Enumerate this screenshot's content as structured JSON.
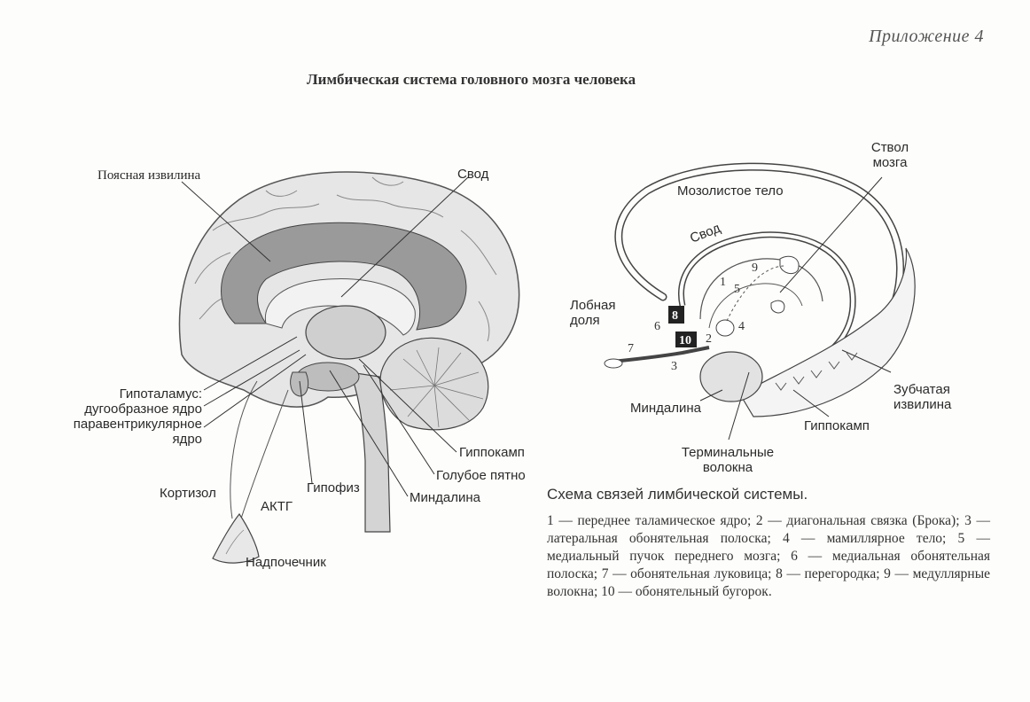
{
  "header": {
    "appendix": "Приложение 4",
    "title": "Лимбическая система головного мозга человека"
  },
  "brain_labels": {
    "cingulate_gyrus": "Поясная извилина",
    "fornix": "Свод",
    "hypothalamus_1": "Гипоталамус:",
    "hypothalamus_2": "дугообразное ядро",
    "hypothalamus_3": "паравентрикулярное",
    "hypothalamus_4": "ядро",
    "hippocampus": "Гиппокамп",
    "locus_coeruleus": "Голубое пятно",
    "amygdala": "Миндалина",
    "pituitary": "Гипофиз",
    "cortisol": "Кортизол",
    "acth": "АКТГ",
    "adrenal": "Надпочечник"
  },
  "scheme_labels": {
    "brainstem_1": "Ствол",
    "brainstem_2": "мозга",
    "corpus_callosum": "Мозолистое тело",
    "fornix": "Свод",
    "frontal_lobe_1": "Лобная",
    "frontal_lobe_2": "доля",
    "dentate_gyrus_1": "Зубчатая",
    "dentate_gyrus_2": "извилина",
    "amygdala": "Миндалина",
    "hippocampus": "Гиппокамп",
    "terminal_fibers_1": "Терминальные",
    "terminal_fibers_2": "волокна"
  },
  "scheme_numbers": {
    "n1": "1",
    "n2": "2",
    "n3": "3",
    "n4": "4",
    "n5": "5",
    "n6": "6",
    "n7": "7",
    "n8": "8",
    "n9": "9",
    "n10": "10"
  },
  "scheme_caption": {
    "title": "Схема связей лимбической системы.",
    "legend": "1 — переднее таламическое ядро; 2 — диагональная связка (Брока); 3 — латеральная обонятельная полоска; 4 — мамиллярное тело; 5 — медиальный пучок переднего мозга; 6 — медиальная обонятельная полоска; 7 — обонятельная луковица; 8 — перегородка; 9 — медуллярные волокна; 10 — обонятельный бугорок."
  },
  "colors": {
    "cortex_fill": "#e4e4e4",
    "cingulate_fill": "#9a9a9a",
    "line": "#333333"
  }
}
